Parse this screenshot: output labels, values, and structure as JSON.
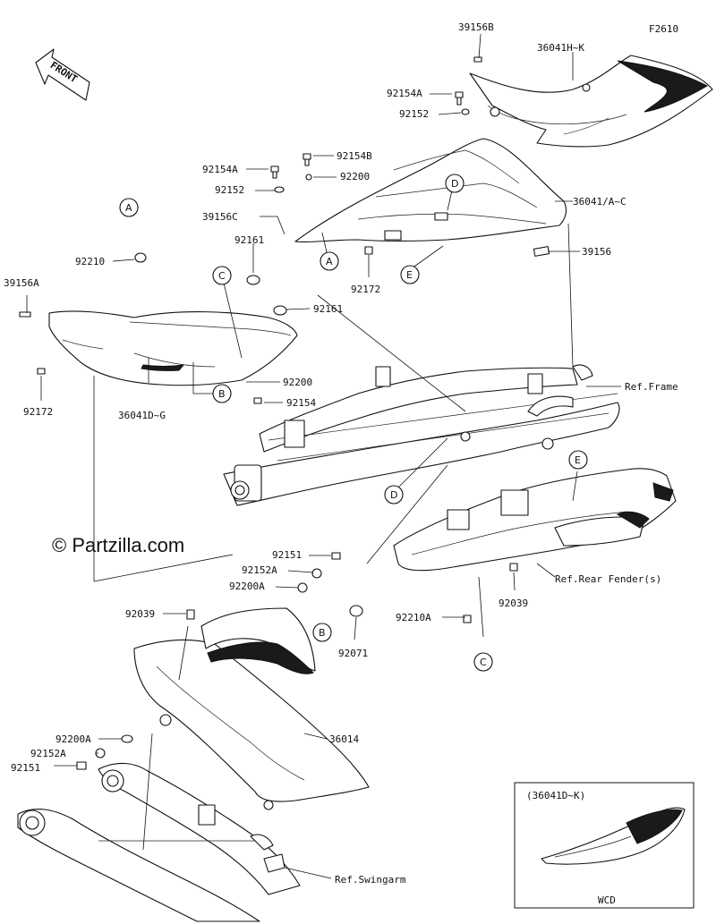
{
  "figure_code": "F2610",
  "front_label": "FRONT",
  "watermark": "© Partzilla.com",
  "inset": {
    "title": "(36041D~K)",
    "caption": "WCD"
  },
  "callouts": [
    "A",
    "A",
    "B",
    "B",
    "C",
    "C",
    "D",
    "D",
    "E",
    "E"
  ],
  "part_labels": {
    "p39156B": "39156B",
    "p36041HK": "36041H~K",
    "p92154A_top": "92154A",
    "p92152_top": "92152",
    "p92154B": "92154B",
    "p92154A_mid": "92154A",
    "p92200_mid": "92200",
    "p92152_mid": "92152",
    "p36041AC": "36041/A~C",
    "p39156C": "39156C",
    "p39156": "39156",
    "p92161_a": "92161",
    "p92210": "92210",
    "p92172_mid": "92172",
    "p92161_b": "92161",
    "p39156A": "39156A",
    "p92200_low": "92200",
    "p92154": "92154",
    "p92172_left": "92172",
    "p36041DG": "36041D~G",
    "refFrame": "Ref.Frame",
    "p92151_a": "92151",
    "p92152A_a": "92152A",
    "p92200A_a": "92200A",
    "refRearFender": "Ref.Rear Fender(s)",
    "p92039_right": "92039",
    "p92039_left": "92039",
    "p92210A": "92210A",
    "p92071": "92071",
    "p36014": "36014",
    "p92200A_b": "92200A",
    "p92152A_b": "92152A",
    "p92151_b": "92151",
    "refSwingarm": "Ref.Swingarm"
  }
}
